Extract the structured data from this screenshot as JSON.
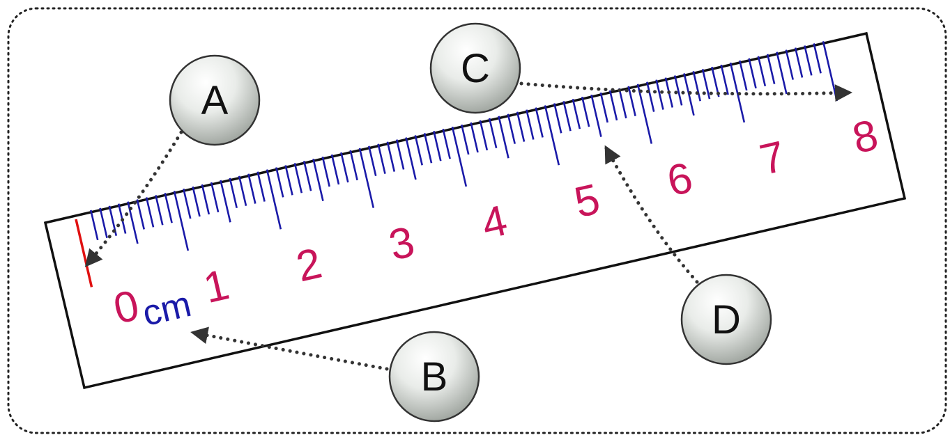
{
  "ruler": {
    "unit": "cm",
    "numbers": [
      "0",
      "1",
      "2",
      "3",
      "4",
      "5",
      "6",
      "7",
      "8"
    ],
    "colors": {
      "ticks": "#1a1aa8",
      "numbers": "#c8145a",
      "unit": "#1a1aa8",
      "zero_mark": "#e01010",
      "border": "#111111"
    }
  },
  "callouts": [
    {
      "label": "A",
      "points_to": "zero-mark"
    },
    {
      "label": "B",
      "points_to": "unit-label"
    },
    {
      "label": "C",
      "points_to": "end-of-scale"
    },
    {
      "label": "D",
      "points_to": "millimetre-tick"
    }
  ]
}
